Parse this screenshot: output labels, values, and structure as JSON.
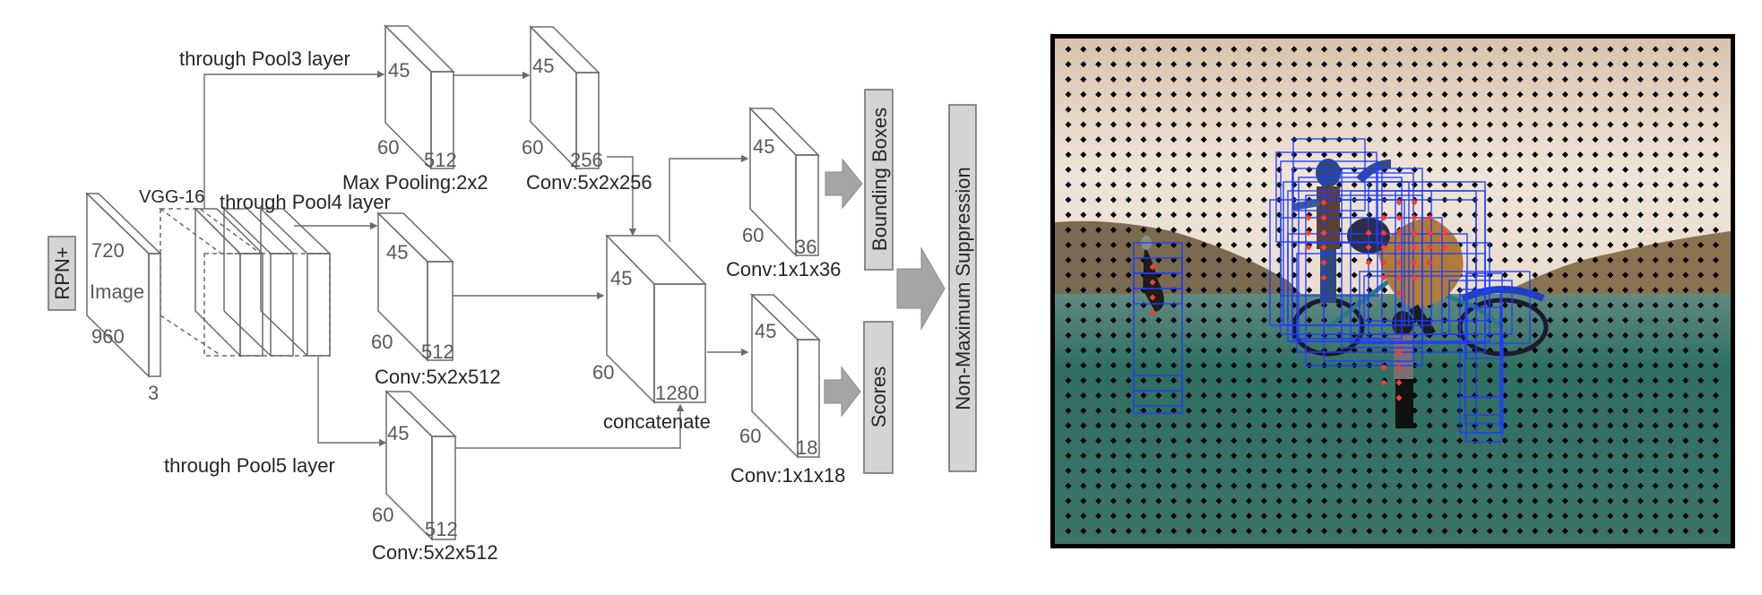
{
  "side_label": "RPN+",
  "input_image": {
    "label": "Image",
    "height": "720",
    "width": "960",
    "channels": "3"
  },
  "backbone": {
    "label": "VGG-16"
  },
  "branches": [
    {
      "route_label": "through Pool3 layer",
      "op1": {
        "name": "Max Pooling:2x2",
        "h": "45",
        "w": "60",
        "c": "512"
      },
      "op2": {
        "name": "Conv:5x2x256",
        "h": "45",
        "w": "60",
        "c": "256"
      }
    },
    {
      "route_label": "through Pool4 layer",
      "op1": {
        "name": "Conv:5x2x512",
        "h": "45",
        "w": "60",
        "c": "512"
      }
    },
    {
      "route_label": "through Pool5 layer",
      "op1": {
        "name": "Conv:5x2x512",
        "h": "45",
        "w": "60",
        "c": "512"
      }
    }
  ],
  "concat": {
    "name": "concatenate",
    "h": "45",
    "w": "60",
    "c": "1280"
  },
  "heads": [
    {
      "name": "Conv:1x1x36",
      "h": "45",
      "w": "60",
      "c": "36",
      "output": "Bounding Boxes"
    },
    {
      "name": "Conv:1x1x18",
      "h": "45",
      "w": "60",
      "c": "18",
      "output": "Scores"
    }
  ],
  "final": {
    "label": "Non-Maximum Suppression"
  },
  "colors": {
    "stroke": "#6b6b6b",
    "box_fill": "#d4d4d4",
    "arrow_fill": "#a6a4a4",
    "anchor_box": "#1f3cff",
    "anchor_dot": "#000000",
    "positive_dot": "#ff3b2f",
    "sky": "#e6d6c6",
    "grass": "#2f6f62"
  },
  "photo": {
    "description": "Detection example: cyclist and pedestrians with anchor grid and proposal boxes"
  }
}
